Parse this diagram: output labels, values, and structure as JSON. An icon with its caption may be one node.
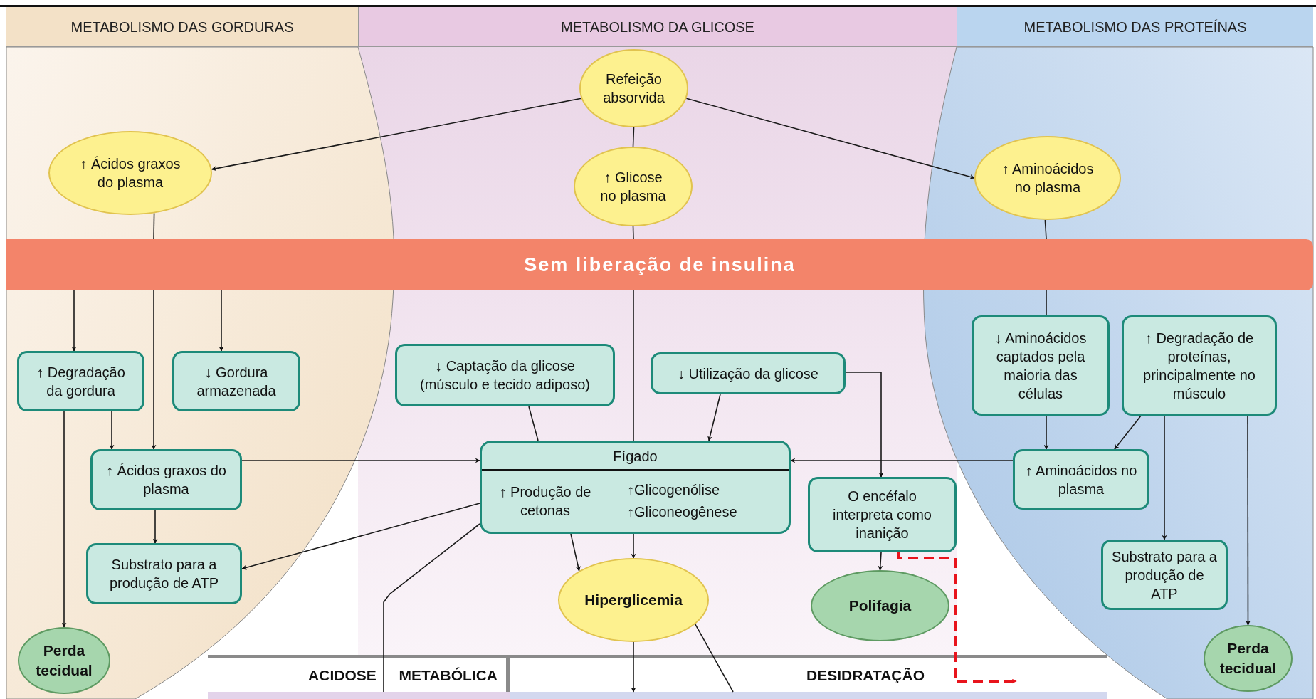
{
  "diagram": {
    "nodes": [
      {
        "text": [
          "METABOLISMO DAS GORDURAS"
        ]
      },
      {
        "text": [
          "METABOLISMO DA GLICOSE"
        ]
      },
      {
        "text": [
          "METABOLISMO DAS PROTEÍNAS"
        ]
      },
      {
        "text": [
          "Refeição absorvida"
        ]
      },
      {
        "text": [
          "↑ Ácidos graxos do plasma"
        ]
      },
      {
        "text": [
          "↑ Glicose no plasma"
        ]
      },
      {
        "text": [
          "↑ Aminoácidos no plasma"
        ]
      },
      {
        "text": [
          "Sem liberação de insulina"
        ]
      },
      {
        "text": [
          "↑ Degradação da gordura"
        ]
      },
      {
        "text": [
          "↓ Gordura armazenada"
        ]
      },
      {
        "text": [
          "↓ Captação da glicose (músculo e tecido adiposo)"
        ]
      },
      {
        "text": [
          "↓ Utilização da glicose"
        ]
      },
      {
        "text": [
          "↓ Aminoácidos captados pela maioria das células"
        ]
      },
      {
        "text": [
          "↑ Degradação de proteínas, principalmente no músculo"
        ]
      },
      {
        "text": [
          "↑ Ácidos graxos do plasma"
        ]
      },
      {
        "text": [
          "Fígado",
          "↑ Produção de cetonas",
          "↑Glicogenólise",
          "↑Gliconeogênese"
        ]
      },
      {
        "text": [
          "O encéfalo interpreta como inanição"
        ]
      },
      {
        "text": [
          "↑ Aminoácidos no plasma"
        ]
      },
      {
        "text": [
          "Substrato para a produção de ATP"
        ]
      },
      {
        "text": [
          "Hiperglicemia"
        ]
      },
      {
        "text": [
          "Polifagia"
        ]
      },
      {
        "text": [
          "Substrato para a produção de ATP"
        ]
      },
      {
        "text": [
          "Perda tecidual"
        ]
      },
      {
        "text": [
          "Perda tecidual"
        ]
      },
      {
        "text": [
          "ACIDOSE METABÓLICA"
        ]
      },
      {
        "text": [
          "DESIDRATAÇÃO"
        ]
      }
    ],
    "edges": [
      {
        "from": 3,
        "to": 4,
        "arrow": "to"
      },
      {
        "from": 3,
        "to": 6,
        "arrow": "to"
      },
      {
        "from": 3,
        "to": 5,
        "arrow": "none"
      },
      {
        "from": 4,
        "to": 7,
        "arrow": "none"
      },
      {
        "from": 5,
        "to": 7,
        "arrow": "none"
      },
      {
        "from": 6,
        "to": 7,
        "arrow": "none"
      },
      {
        "from": 7,
        "to": 8,
        "arrow": "to"
      },
      {
        "from": 7,
        "to": 14,
        "arrow": "to"
      },
      {
        "from": 7,
        "to": 9,
        "arrow": "to"
      },
      {
        "from": 7,
        "to": 15,
        "arrow": "none"
      },
      {
        "from": 7,
        "to": 12,
        "arrow": "none"
      },
      {
        "from": 8,
        "to": 14,
        "arrow": "to"
      },
      {
        "from": 8,
        "to": 22,
        "arrow": "to"
      },
      {
        "from": 10,
        "to": 15,
        "arrow": "none"
      },
      {
        "from": 11,
        "to": 15,
        "arrow": "to"
      },
      {
        "from": 11,
        "to": 16,
        "arrow": "to"
      },
      {
        "from": 14,
        "to": 15,
        "arrow": "to"
      },
      {
        "from": 14,
        "to": 18,
        "arrow": "to"
      },
      {
        "from": 15,
        "to": 18,
        "arrow": "to"
      },
      {
        "from": 15,
        "to": 19,
        "arrow": "to"
      },
      {
        "from": 15,
        "to": 19,
        "arrow": "to"
      },
      {
        "from": 15,
        "to": 24,
        "arrow": "none"
      },
      {
        "from": 17,
        "to": 15,
        "arrow": "to"
      },
      {
        "from": 12,
        "to": 17,
        "arrow": "to"
      },
      {
        "from": 13,
        "to": 17,
        "arrow": "to"
      },
      {
        "from": 13,
        "to": 21,
        "arrow": "to"
      },
      {
        "from": 13,
        "to": 23,
        "arrow": "to"
      },
      {
        "from": 16,
        "to": 20,
        "arrow": "to"
      },
      {
        "from": 16,
        "to": 25,
        "arrow": "to",
        "style": "dashed",
        "color": "#e8141c"
      },
      {
        "from": 19,
        "to": 25,
        "arrow": "to"
      },
      {
        "from": 19,
        "to": 25,
        "arrow": "none"
      }
    ]
  }
}
